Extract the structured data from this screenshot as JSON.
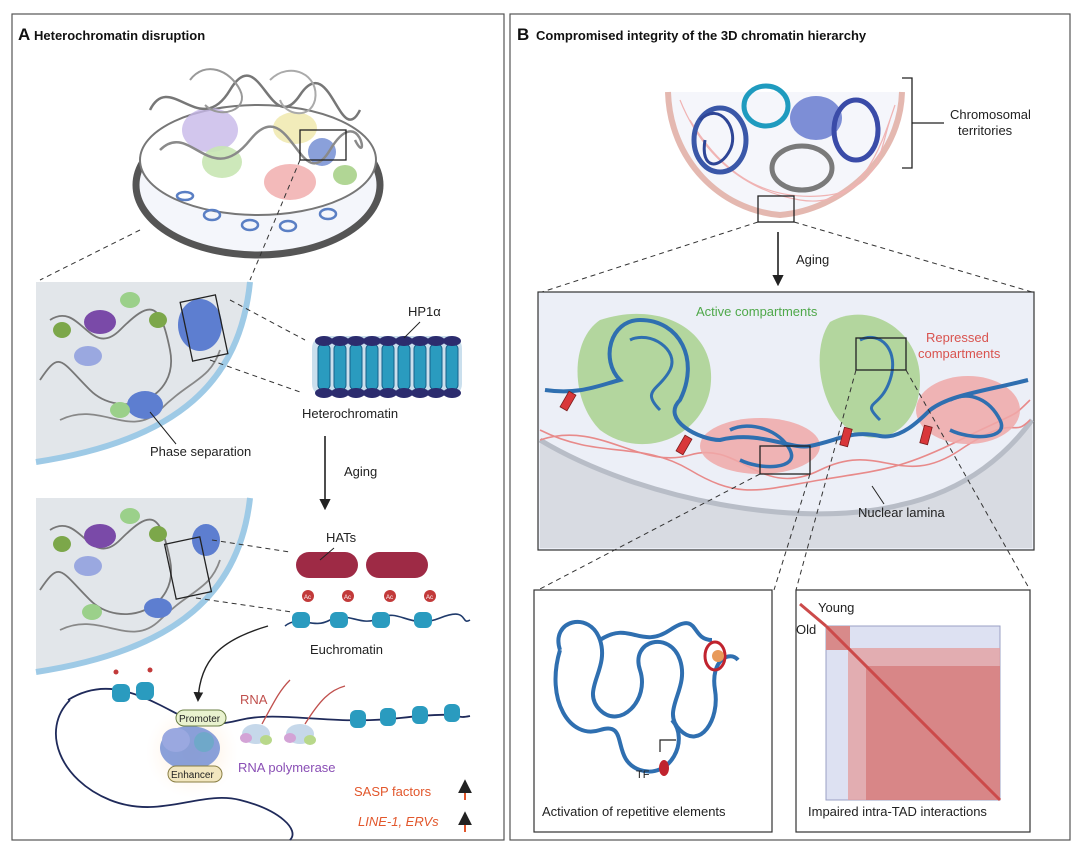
{
  "panel_a": {
    "letter": "A",
    "title": "Heterochromatin disruption",
    "hp1a": "HP1α",
    "heterochromatin": "Heterochromatin",
    "phase_separation": "Phase separation",
    "aging": "Aging",
    "hats": "HATs",
    "euchromatin": "Euchromatin",
    "rna": "RNA",
    "promoter": "Promoter",
    "enhancer": "Enhancer",
    "rna_polymerase": "RNA polymerase",
    "sasp": "SASP factors",
    "line1": "LINE-1, ERVs",
    "ac_mark": "Ac"
  },
  "panel_b": {
    "letter": "B",
    "title": "Compromised integrity of the 3D chromatin hierarchy",
    "chromosomal_line1": "Chromosomal",
    "chromosomal_line2": "territories",
    "aging": "Aging",
    "active": "Active  compartments",
    "repressed_line1": "Repressed",
    "repressed_line2": "compartments",
    "nuclear_lamina": "Nuclear lamina",
    "tf": "TF",
    "activation": "Activation of repetitive elements",
    "young": "Young",
    "old": "Old",
    "impaired": "Impaired intra-TAD interactions"
  },
  "colors": {
    "chromatin_blue": "#2f6fb0",
    "compartment_green": "#a9d18e",
    "compartment_red": "#f0a8a8",
    "nucleosome_cyan": "#2a9bbf",
    "hat_red": "#9e2a45",
    "ctcf_red": "#d9373a",
    "tad_red": "#cc4a4a"
  }
}
